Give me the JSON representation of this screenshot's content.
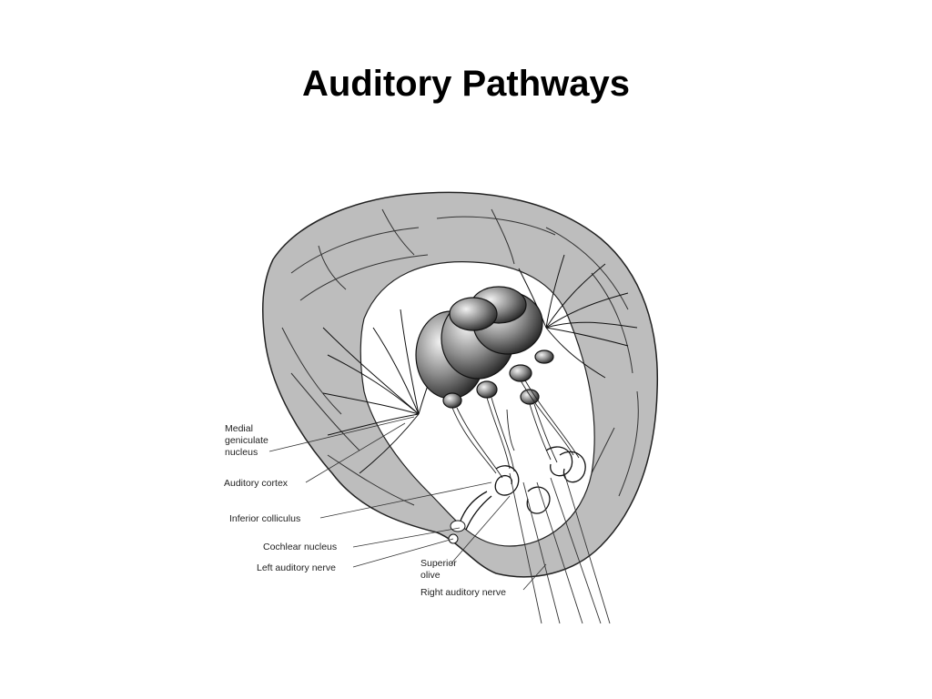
{
  "slide": {
    "title": "Auditory Pathways"
  },
  "figure": {
    "labels": {
      "medial_geniculate_1": "Medial",
      "medial_geniculate_2": "geniculate",
      "medial_geniculate_3": "nucleus",
      "auditory_cortex": "Auditory cortex",
      "inferior_colliculus": "Inferior colliculus",
      "cochlear_nucleus": "Cochlear nucleus",
      "left_auditory_nerve": "Left auditory nerve",
      "superior_olive_1": "Superior",
      "superior_olive_2": "olive",
      "right_auditory_nerve": "Right auditory nerve"
    },
    "colors": {
      "cortex": "#bdbdbd",
      "inner": "#ffffff",
      "thalamus": "#7a7a7a",
      "line": "#222222"
    }
  }
}
